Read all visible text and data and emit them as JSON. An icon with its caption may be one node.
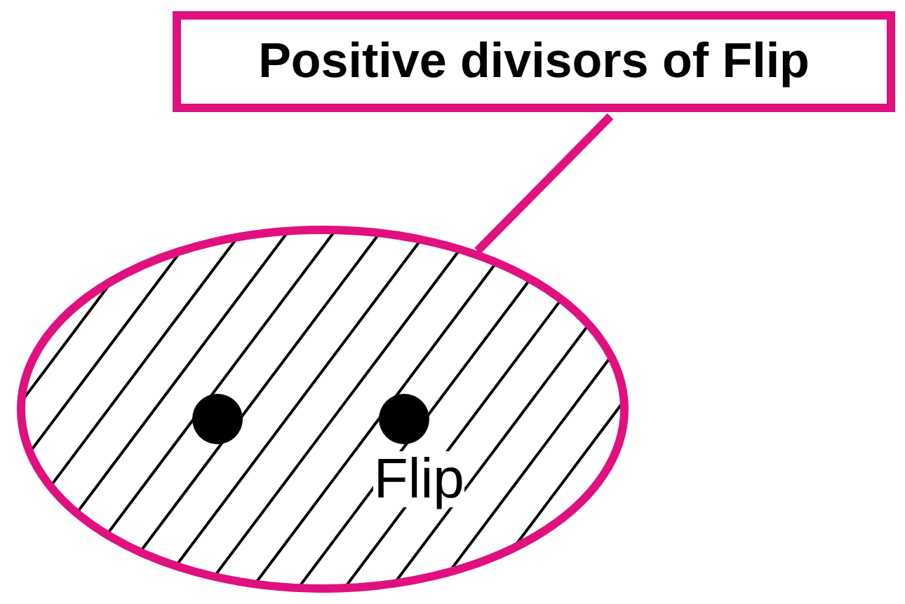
{
  "diagram": {
    "nodes": [
      {
        "text": [
          "Positive divisors of Flip"
        ]
      },
      {
        "text": [],
        "shape": "ellipse"
      },
      {
        "text": [],
        "shape": "circle",
        "in": 1
      },
      {
        "text": [],
        "shape": "circle",
        "in": 1,
        "beside": [
          "Flip"
        ]
      }
    ],
    "edges": [
      {
        "from": 0,
        "to": 1,
        "arrow": "none"
      }
    ]
  }
}
